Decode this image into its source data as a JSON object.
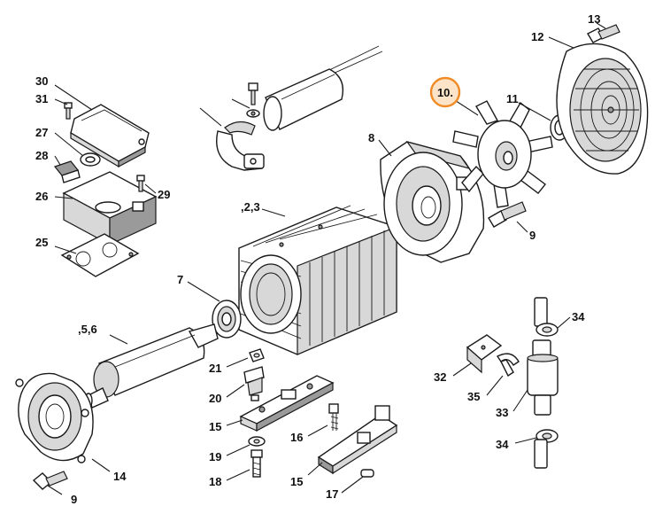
{
  "labels": {
    "p30": "30",
    "p31": "31",
    "p27": "27",
    "p28": "28",
    "p26": "26",
    "p29": "29",
    "p25": "25",
    "p23": ",2,3",
    "p7": "7",
    "p56": ",5,6",
    "p21": "21",
    "p20": "20",
    "p15a": "15",
    "p16": "16",
    "p19": "19",
    "p18": "18",
    "p15b": "15",
    "p17": "17",
    "p14": "14",
    "p9a": "9",
    "p8": "8",
    "p10": "10.",
    "p11": "11",
    "p12": "12",
    "p13": "13",
    "p9b": "9",
    "p34a": "34",
    "p32": "32",
    "p35": "35",
    "p33": "33",
    "p34b": "34"
  },
  "highlight": {
    "part": "10.",
    "color": "#f08a24"
  }
}
